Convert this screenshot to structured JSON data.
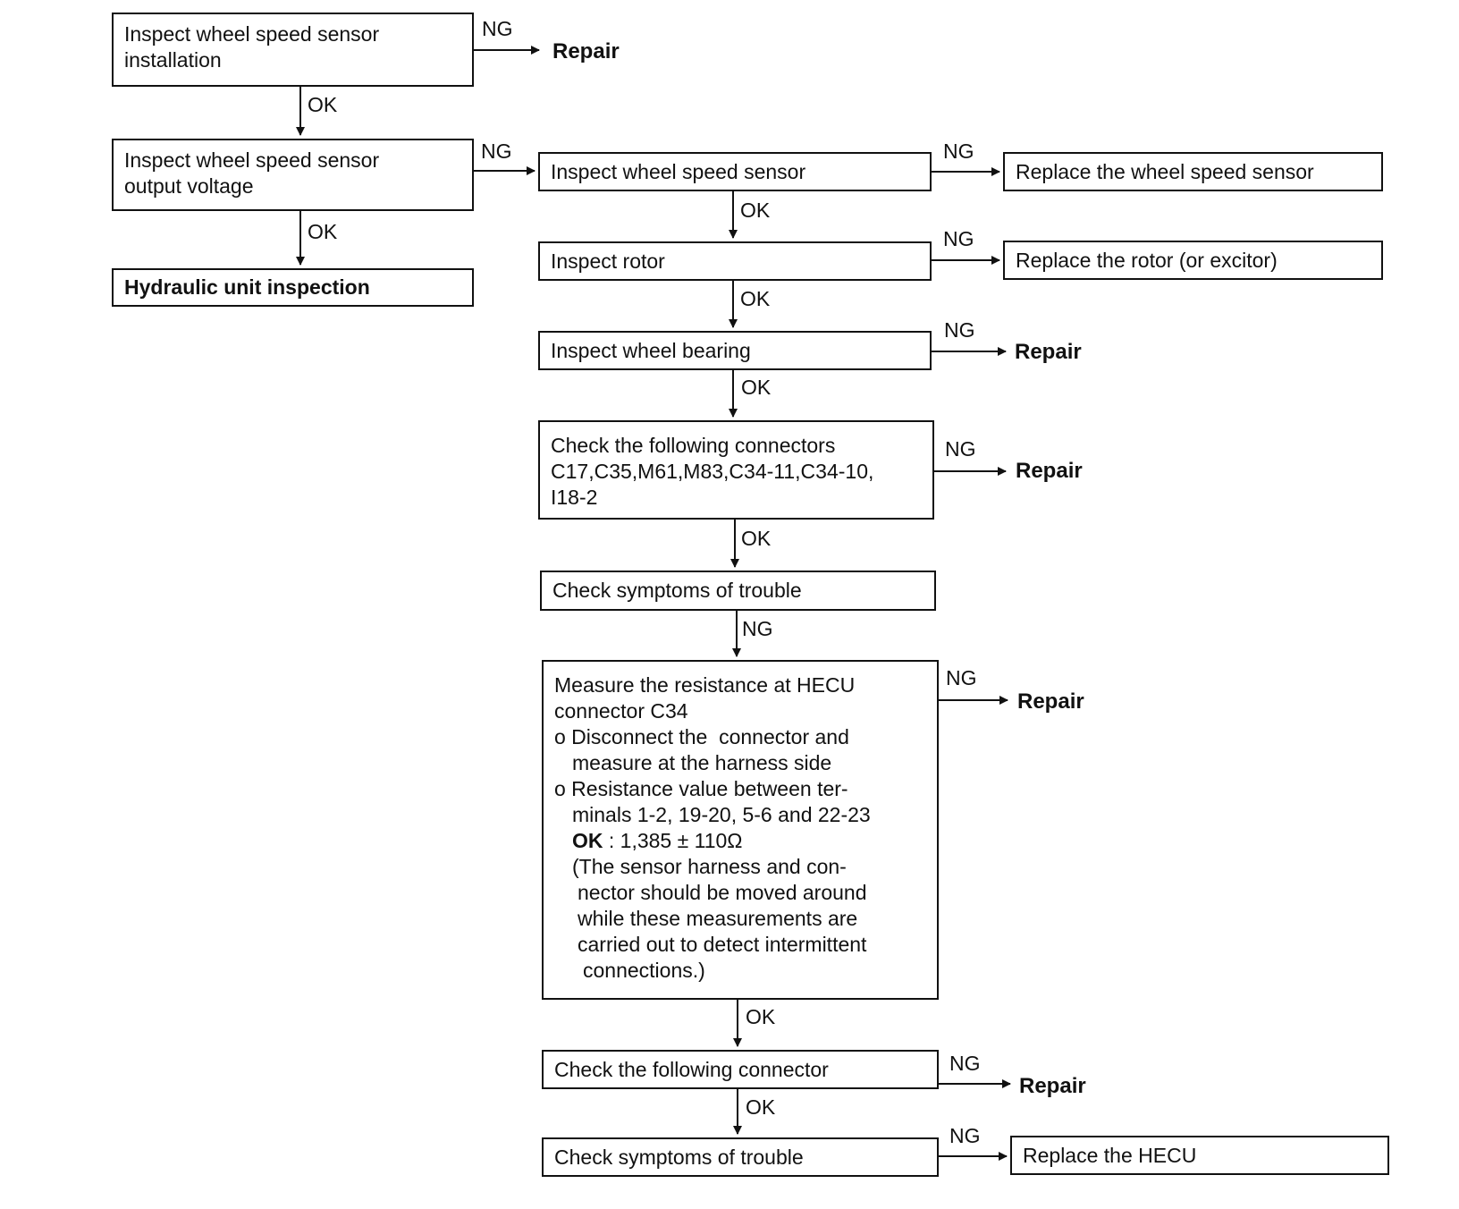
{
  "nodes": {
    "n1": [
      "Inspect wheel speed sensor",
      "installation"
    ],
    "n2": [
      "Inspect wheel speed sensor",
      "output voltage"
    ],
    "n3": [
      "Hydraulic unit inspection"
    ],
    "n4": [
      "Inspect wheel speed sensor"
    ],
    "n5": [
      "Replace the wheel speed sensor"
    ],
    "n6": [
      "Inspect rotor"
    ],
    "n7": [
      "Replace the rotor (or excitor)"
    ],
    "n8": [
      "Inspect wheel bearing"
    ],
    "n9": [
      "Check the following connectors",
      "C17,C35,M61,M83,C34-11,C34-10,",
      "I18-2"
    ],
    "n10": [
      "Check symptoms of trouble"
    ],
    "n11": {
      "lines": [
        "Measure the resistance at HECU",
        "connector C34"
      ],
      "bullet1": [
        "o Disconnect the  connector and",
        "measure at the harness side"
      ],
      "bullet2": [
        "o Resistance value between ter-",
        "minals 1-2, 19-20, 5-6 and 22-23"
      ],
      "ok_label": "OK",
      "ok_value": " : 1,385 ± 110Ω",
      "note": [
        "(The sensor harness and con-",
        "nector should be moved around",
        "while these measurements are",
        "carried out to detect intermittent",
        "connections.)"
      ]
    },
    "n12": [
      "Check the following connector"
    ],
    "n13": [
      "Check symptoms of trouble"
    ],
    "n14": [
      "Replace the HECU"
    ]
  },
  "labels": {
    "ng": "NG",
    "ok": "OK",
    "repair": "Repair"
  }
}
